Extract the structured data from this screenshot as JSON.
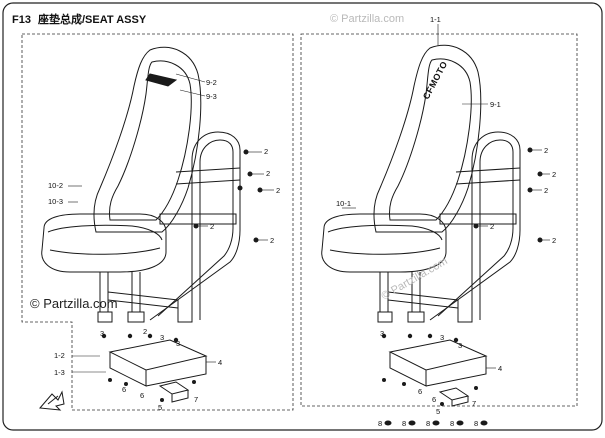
{
  "header": {
    "code": "F13",
    "title": "座垫总成/SEAT ASSY"
  },
  "watermarks": {
    "main": "© Partzilla.com",
    "faint": "© Partzilla.com"
  },
  "seat_logo_text": "CFMOTO",
  "callouts": {
    "left": {
      "c9_2": "9-2",
      "c9_3": "9-3",
      "c10_2": "10-2",
      "c10_3": "10-3",
      "c1_2": "1-2",
      "c1_3": "1-3",
      "c2a": "2",
      "c2b": "2",
      "c2c": "2",
      "c2d": "2",
      "c2e": "2",
      "c2f": "2",
      "c3a": "3",
      "c3b": "3",
      "c3c": "3",
      "c4": "4",
      "c6a": "6",
      "c6b": "6",
      "c5": "5",
      "c7": "7"
    },
    "right": {
      "c1_1": "1-1",
      "c9_1": "9-1",
      "c10_1": "10-1",
      "c2a": "2",
      "c2b": "2",
      "c2c": "2",
      "c2d": "2",
      "c2e": "2",
      "c3a": "3",
      "c3b": "3",
      "c3c": "3",
      "c4": "4",
      "c6a": "6",
      "c6b": "6",
      "c5": "5",
      "c7": "7",
      "c8a": "8",
      "c8b": "8",
      "c8c": "8",
      "c8d": "8",
      "c8e": "8"
    }
  },
  "colors": {
    "line": "#1a1a1a",
    "background": "#ffffff",
    "watermark_faint": "#b9b9b9"
  }
}
